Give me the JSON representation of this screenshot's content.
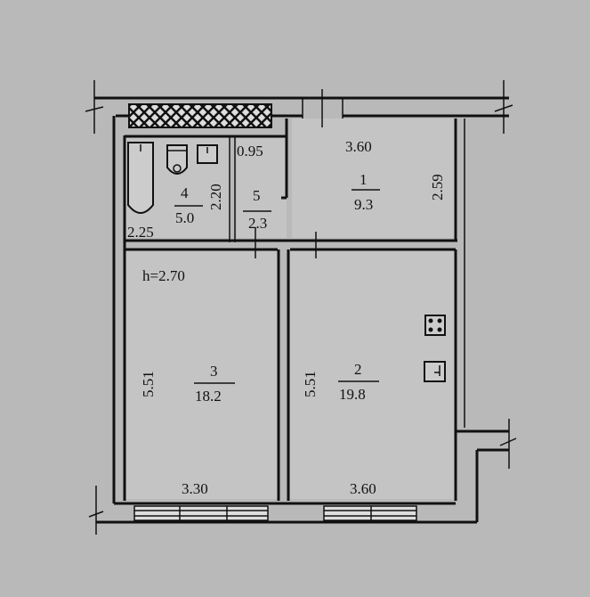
{
  "plan": {
    "ceiling_height": "h=2.70",
    "rooms": [
      {
        "number": "1",
        "area": "9.3",
        "width": "3.60",
        "depth": "2.59"
      },
      {
        "number": "2",
        "area": "19.8",
        "width": "3.60",
        "depth": "5.51"
      },
      {
        "number": "3",
        "area": "18.2",
        "width": "3.30",
        "depth": "5.51"
      },
      {
        "number": "4",
        "area": "5.0",
        "width": "2.25",
        "depth": "2.20"
      },
      {
        "number": "5",
        "area": "2.3",
        "width": "0.95"
      }
    ],
    "fixtures": [
      "bathtub-icon",
      "toilet-icon",
      "sink-icon",
      "stove-icon",
      "kitchen-sink-icon",
      "ventilation-shaft"
    ],
    "colors": {
      "background": "#b9b9b9",
      "line": "#111111",
      "room_fill": "#c4c4c4"
    }
  }
}
